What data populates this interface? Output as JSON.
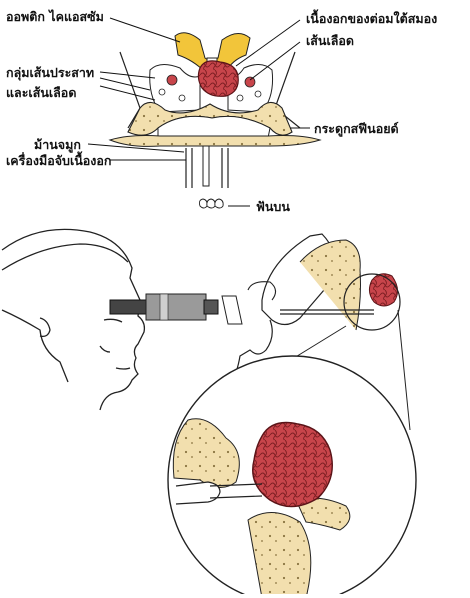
{
  "labels": {
    "optic_chiasm": "ออพติก ไคแอสซัม",
    "nerves_vessels": "กลุ่มเส้นประสาท",
    "nerves_vessels_2": "และเส้นเลือด",
    "tumor": "เนื้องอกของต่อมใต้สมอง",
    "vessel": "เส้นเลือด",
    "sphenoid_bone": "กระดูกสฟีนอยด์",
    "nasal_septum": "ม้านจมูก",
    "surgical_tool": "เครื่องมือจับเนื้องอก",
    "upper_teeth": "ฟันบน"
  },
  "colors": {
    "bone": "#f2dfae",
    "tumor": "#c8454b",
    "tumor_dark": "#7e1f24",
    "optic_chiasm": "#f2c53a",
    "outline": "#222222"
  }
}
